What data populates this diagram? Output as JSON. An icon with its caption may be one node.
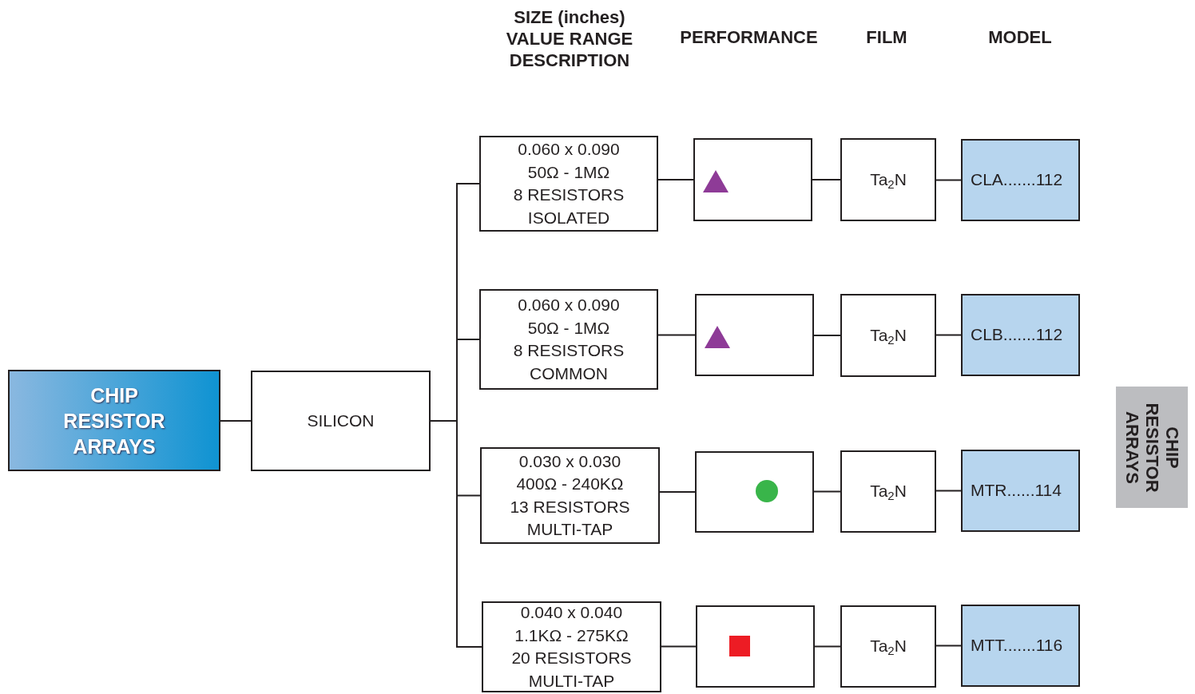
{
  "diagram": {
    "nodes": [
      {
        "text": [
          "CHIP RESISTOR ARRAYS"
        ]
      },
      {
        "text": [
          "SILICON"
        ]
      },
      {
        "text": [
          "0.060 x 0.090",
          "50Ω - 1MΩ",
          "8 RESISTORS",
          "ISOLATED"
        ]
      },
      {
        "text": [
          "0.060 x 0.090",
          "50Ω - 1MΩ",
          "8 RESISTORS",
          "COMMON"
        ]
      },
      {
        "text": [
          "0.030 x 0.030",
          "400Ω - 240KΩ",
          "13 RESISTORS",
          "MULTI-TAP"
        ]
      },
      {
        "text": [
          "0.040 x 0.040",
          "1.1KΩ - 275KΩ",
          "20 RESISTORS",
          "MULTI-TAP"
        ]
      },
      {
        "text": [],
        "shape": "box"
      },
      {
        "text": [],
        "shape": "box"
      },
      {
        "text": [],
        "shape": "box"
      },
      {
        "text": [],
        "shape": "box"
      },
      {
        "text": [],
        "shape": "triangle",
        "in": 6
      },
      {
        "text": [],
        "shape": "triangle",
        "in": 7
      },
      {
        "text": [],
        "shape": "circle",
        "in": 8
      },
      {
        "text": [],
        "shape": "square",
        "in": 9
      },
      {
        "text": [
          "Ta$_{2}$N"
        ]
      },
      {
        "text": [
          "Ta$_{2}$N"
        ]
      },
      {
        "text": [
          "Ta$_{2}$N"
        ]
      },
      {
        "text": [
          "Ta$_{2}$N"
        ]
      },
      {
        "text": [
          "CLA.......112"
        ]
      },
      {
        "text": [
          "CLB.......112"
        ]
      },
      {
        "text": [
          "MTR......114"
        ]
      },
      {
        "text": [
          "MTT.......116"
        ]
      }
    ],
    "edges": [
      {
        "from": 0,
        "to": 1,
        "arrow": "none"
      },
      {
        "from": 1,
        "to": 2,
        "arrow": "none"
      },
      {
        "from": 1,
        "to": 3,
        "arrow": "none"
      },
      {
        "from": 1,
        "to": 4,
        "arrow": "none"
      },
      {
        "from": 1,
        "to": 5,
        "arrow": "none"
      },
      {
        "from": 2,
        "to": 6,
        "arrow": "none"
      },
      {
        "from": 3,
        "to": 7,
        "arrow": "none"
      },
      {
        "from": 4,
        "to": 8,
        "arrow": "none"
      },
      {
        "from": 5,
        "to": 9,
        "arrow": "none"
      },
      {
        "from": 6,
        "to": 14,
        "arrow": "none"
      },
      {
        "from": 7,
        "to": 15,
        "arrow": "none"
      },
      {
        "from": 8,
        "to": 16,
        "arrow": "none"
      },
      {
        "from": 9,
        "to": 17,
        "arrow": "none"
      },
      {
        "from": 14,
        "to": 18,
        "arrow": "none"
      },
      {
        "from": 15,
        "to": 19,
        "arrow": "none"
      },
      {
        "from": 16,
        "to": 20,
        "arrow": "none"
      },
      {
        "from": 17,
        "to": 21,
        "arrow": "none"
      }
    ],
    "labels": [
      "SIZE (inches)",
      "VALUE RANGE",
      "DESCRIPTION",
      "PERFORMANCE",
      "FILM",
      "MODEL",
      "CHIP RESISTOR ARRAYS"
    ]
  }
}
